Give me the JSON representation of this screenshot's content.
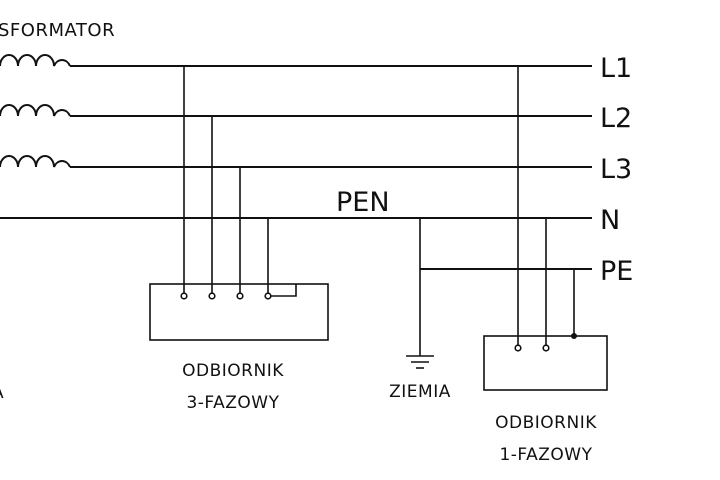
{
  "transformer": {
    "label_fragment": "SFORMATOR"
  },
  "left_edge_fragment": "A",
  "conductors": {
    "l1": "L1",
    "l2": "L2",
    "l3": "L3",
    "n": "N",
    "pe": "PE",
    "pen": "PEN"
  },
  "earth": {
    "label": "ZIEMIA"
  },
  "receiver_3phase": {
    "line1": "ODBIORNIK",
    "line2": "3-FAZOWY"
  },
  "receiver_1phase": {
    "line1": "ODBIORNIK",
    "line2": "1-FAZOWY"
  }
}
